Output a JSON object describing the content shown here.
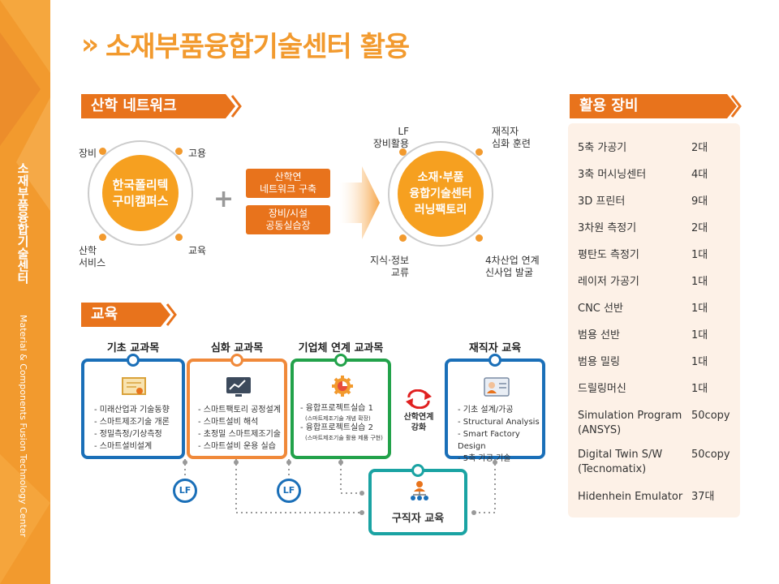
{
  "sidebar": {
    "title_ko": "소재부품융합기술센터",
    "title_en": "Material & Components Fusion Technology Center"
  },
  "title": {
    "chevron": "»",
    "text": "소재부품융합기술센터 활용"
  },
  "network": {
    "tag": "산학 네트워크",
    "left_core": [
      "한국폴리텍",
      "구미캠퍼스"
    ],
    "left_labels": {
      "top_left": "장비",
      "top_right": "고용",
      "bottom_left": [
        "산학",
        "서비스"
      ],
      "bottom_right": "교육"
    },
    "plus": "+",
    "pill1": [
      "산학연",
      "네트워크 구축"
    ],
    "pill2": [
      "장비/시설",
      "공동실습장"
    ],
    "right_core": [
      "소재·부품",
      "융합기술센터",
      "러닝팩토리"
    ],
    "right_labels": {
      "top_left": [
        "LF",
        "장비활용"
      ],
      "top_right": [
        "재직자",
        "심화 훈련"
      ],
      "bottom_left": [
        "지식·정보",
        "교류"
      ],
      "bottom_right": [
        "4차산업 연계",
        "신사업 발굴"
      ]
    }
  },
  "equipment": {
    "tag": "활용 장비",
    "items": [
      {
        "name": "5축 가공기",
        "count": "2대"
      },
      {
        "name": "3축 머시닝센터",
        "count": "4대"
      },
      {
        "name": "3D 프린터",
        "count": "9대"
      },
      {
        "name": "3차원 측정기",
        "count": "2대"
      },
      {
        "name": "평탄도 측정기",
        "count": "1대"
      },
      {
        "name": "레이저 가공기",
        "count": "1대"
      },
      {
        "name": "CNC 선반",
        "count": "1대"
      },
      {
        "name": "범용 선반",
        "count": "1대"
      },
      {
        "name": "범용 밀링",
        "count": "1대"
      },
      {
        "name": "드릴링머신",
        "count": "1대"
      },
      {
        "name": "Simulation Program (ANSYS)",
        "count": "50copy"
      },
      {
        "name": "Digital Twin S/W (Tecnomatix)",
        "count": "50copy"
      },
      {
        "name": "Hidenhein Emulator",
        "count": "37대"
      }
    ]
  },
  "education": {
    "tag": "교육",
    "boxes": [
      {
        "title": "기초 교과목",
        "color": "#1a6fb8",
        "items": [
          "- 미래산업과 기술동향",
          "- 스마트제조기술 개론",
          "- 정밀측정/기상측정",
          "- 스마트설비설계"
        ]
      },
      {
        "title": "심화 교과목",
        "color": "#f0893a",
        "items": [
          "- 스마트팩토리 공정설계",
          "- 스마트설비 해석",
          "- 초정밀 스마트제조기술",
          "- 스마트설비 운용 실습"
        ]
      },
      {
        "title": "기업체 연계 교과목",
        "color": "#22a24a",
        "items": [
          "- 융합프로젝트실습 1",
          "(스마트제조기술 개념 확장)",
          "- 융합프로젝트실습 2",
          "(스마트제조기술 활용 제품 구현)"
        ]
      },
      {
        "title": "재직자 교육",
        "color": "#1a6fb8",
        "items": [
          "- 기초 설계/가공",
          "- Structural Analysis",
          "- Smart Factory Design",
          "- 5축 가공 기술"
        ]
      }
    ],
    "link_label": [
      "산학연계",
      "강화"
    ],
    "lf1": "LF",
    "lf2": "LF",
    "job_seeker": "구직자 교육"
  }
}
